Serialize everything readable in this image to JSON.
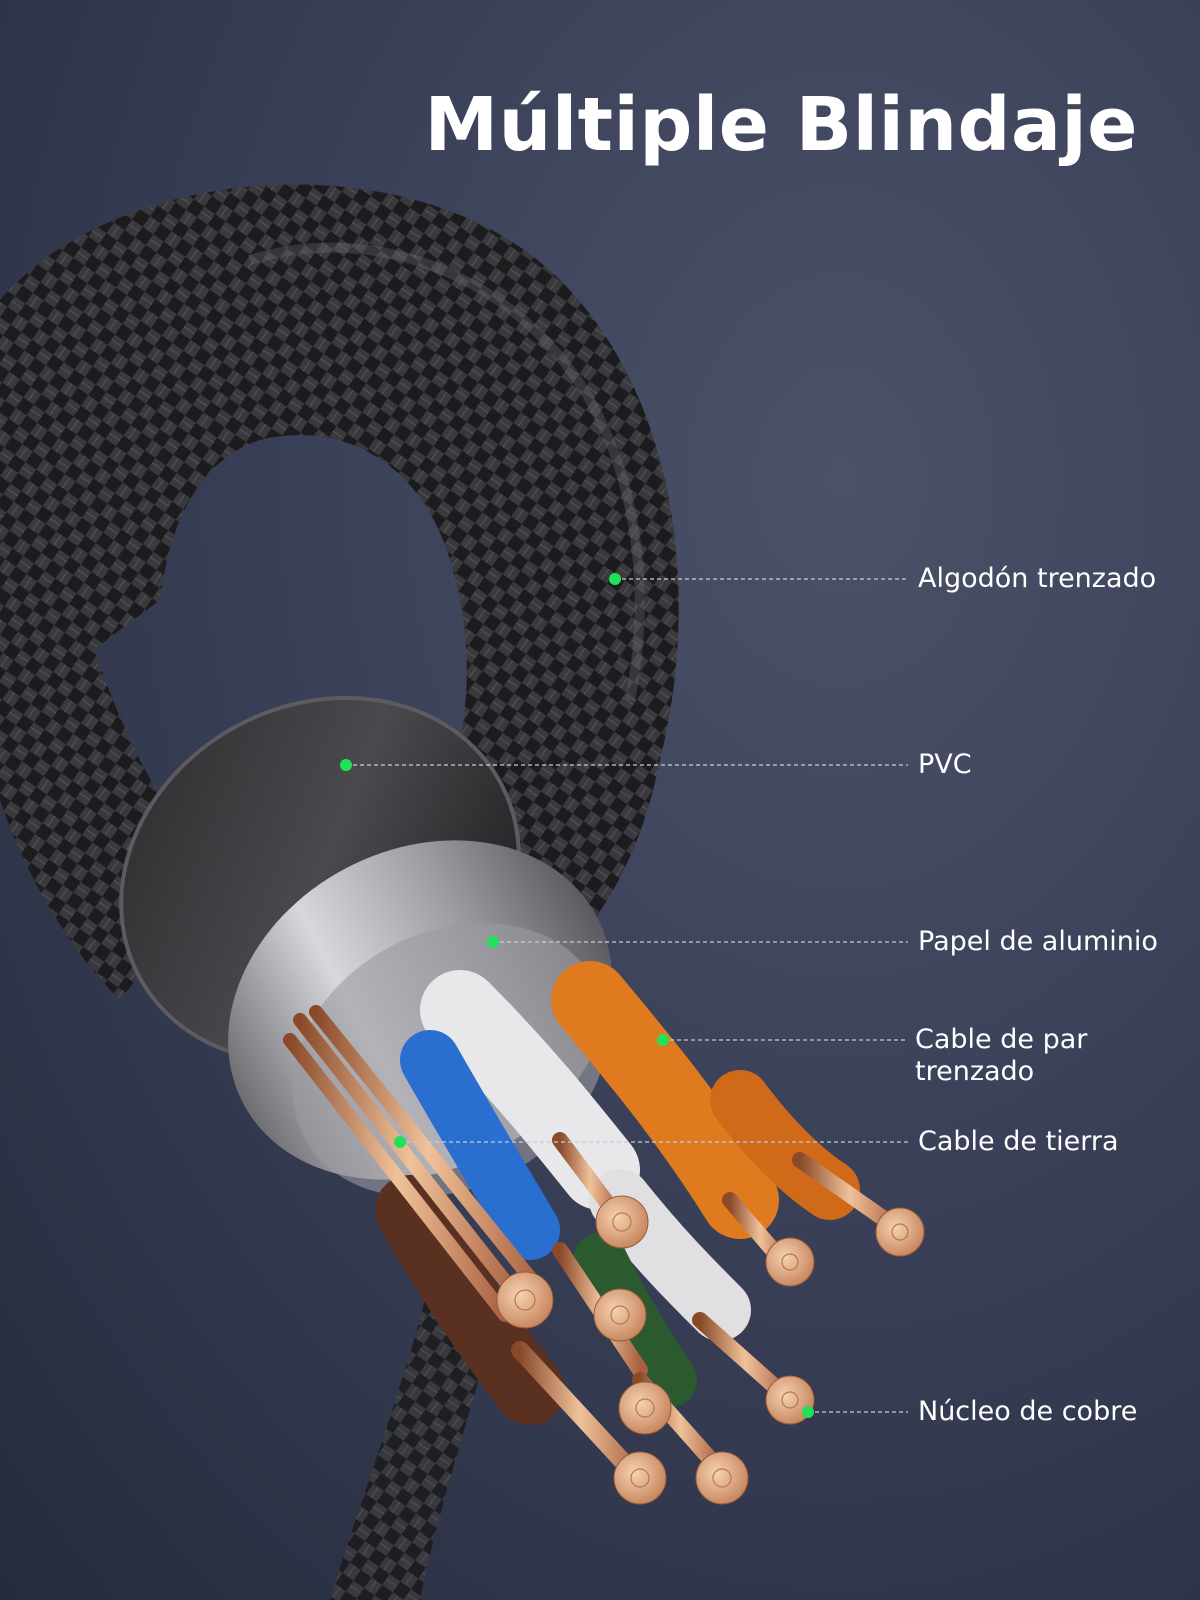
{
  "title": "Múltiple Blindaje",
  "colors": {
    "background": "#3a4058",
    "marker": "#22e05a",
    "braid": "#1c1c1e",
    "orange_wire": "#e07a1e",
    "blue_wire": "#2a6fd0",
    "brown_wire": "#5a3020",
    "green_wire": "#2a5a2e",
    "copper": "#e0a982"
  },
  "callouts": [
    {
      "label": "Algodón trenzado"
    },
    {
      "label": "PVC"
    },
    {
      "label": "Papel de aluminio"
    },
    {
      "label": "Cable de par\ntrenzado"
    },
    {
      "label": "Cable de tierra"
    },
    {
      "label": "Núcleo de cobre"
    }
  ]
}
